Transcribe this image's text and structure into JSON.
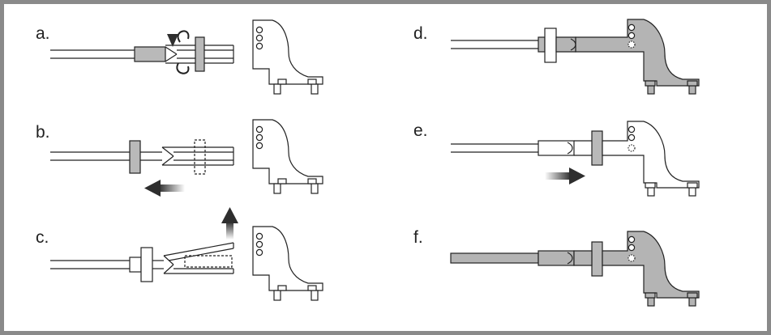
{
  "colors": {
    "frame": "#8a8a8a",
    "line": "#222222",
    "gray_fill": "#b9b9b9",
    "dark_fill": "#b4b4b4",
    "arrow": "#2e2e2e"
  },
  "steps": [
    {
      "label": "a."
    },
    {
      "label": "b."
    },
    {
      "label": "c."
    },
    {
      "label": "d."
    },
    {
      "label": "e."
    },
    {
      "label": "f."
    }
  ]
}
